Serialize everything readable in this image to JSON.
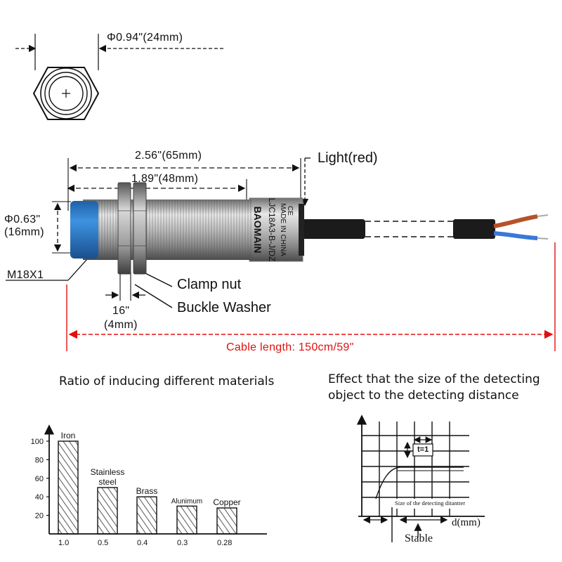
{
  "top_view": {
    "diameter_label": "Φ0.94\"(24mm)"
  },
  "sensor": {
    "total_length": "2.56\"(65mm)",
    "thread_length": "1.89\"(48mm)",
    "diameter_line1": "Φ0.63\"",
    "diameter_line2": "(16mm)",
    "thread_spec": "M18X1",
    "nut_gap_line1": "16\"",
    "nut_gap_line2": "(4mm)",
    "light_label": "Light(red)",
    "clamp_nut_label": "Clamp nut",
    "washer_label": "Buckle Washer",
    "cable_label": "Cable length: 150cm/59\"",
    "body_brand": "BAOMAIN",
    "body_model": "LJC18A3-B-J/DZ",
    "body_origin": "MADE IN CHINA",
    "body_ce": "CE",
    "colors": {
      "cable_dim": "#e01010",
      "cap": "#2b7fd0",
      "wire_brown": "#b5532a",
      "wire_blue": "#3a78d8"
    }
  },
  "materials_section": {
    "title": "Ratio of inducing different materials"
  },
  "distance_section": {
    "title_line1": "Effect that the size of the detecting",
    "title_line2": "object to the detecting distance",
    "t_label": "t=1",
    "curve_label": "Size of the detecting ditantter",
    "x_axis_label": "d(mm)",
    "stable_label": "Stable"
  },
  "chart_data": {
    "type": "bar",
    "title": "Ratio of inducing different materials",
    "categories": [
      "Iron",
      "Stainless steel",
      "Brass",
      "Alunimum",
      "Copper"
    ],
    "category_label_lines": [
      [
        "Iron"
      ],
      [
        "Stainless",
        "steel"
      ],
      [
        "Brass"
      ],
      [
        "Alunimum"
      ],
      [
        "Copper"
      ]
    ],
    "tick_labels": [
      "1.0",
      "0.5",
      "0.4",
      "0.3",
      "0.28"
    ],
    "values": [
      100,
      50,
      40,
      30,
      28
    ],
    "yticks": [
      20,
      40,
      60,
      80,
      100
    ],
    "ylim": [
      0,
      110
    ],
    "grid": false
  }
}
